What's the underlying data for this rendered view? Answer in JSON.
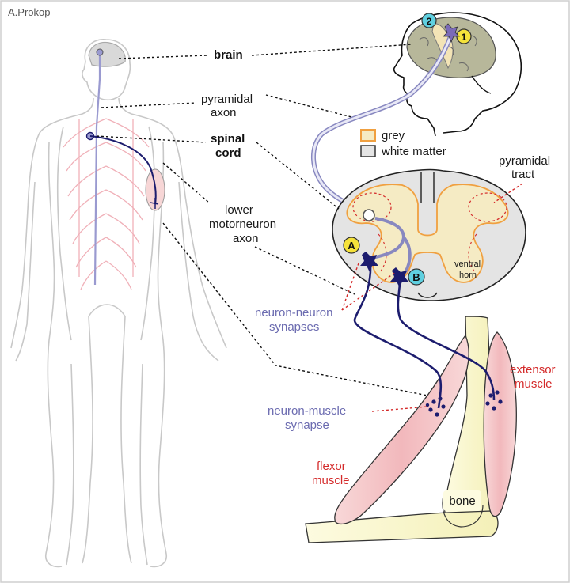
{
  "credit": "A.Prokop",
  "labels": {
    "brain": "brain",
    "pyramidal_axon_1": "pyramidal",
    "pyramidal_axon_2": "axon",
    "spinal_cord_1": "spinal",
    "spinal_cord_2": "cord",
    "lower_mn_1": "lower",
    "lower_mn_2": "motorneuron",
    "lower_mn_3": "axon",
    "nn_synapses_1": "neuron-neuron",
    "nn_synapses_2": "synapses",
    "nm_synapse_1": "neuron-muscle",
    "nm_synapse_2": "synapse",
    "flexor_1": "flexor",
    "flexor_2": "muscle",
    "extensor_1": "extensor",
    "extensor_2": "muscle",
    "bone": "bone",
    "pyramidal_tract_1": "pyramidal",
    "pyramidal_tract_2": "tract",
    "ventral_horn_1": "ventral",
    "ventral_horn_2": "horn"
  },
  "legend": {
    "grey": "grey",
    "white_matter": "white matter"
  },
  "markers": {
    "m1": "1",
    "m2": "2",
    "mA": "A",
    "mB": "B"
  },
  "colors": {
    "axon": "#1c1c6e",
    "pyramidal": "#9a9ad0",
    "grey_matter": "#f5ebc4",
    "grey_outline": "#f0a040",
    "white_matter": "#e4e4e4",
    "muscle": "#f5c8c8",
    "marker_yellow": "#f5e23a",
    "marker_cyan": "#5fd0e0"
  }
}
